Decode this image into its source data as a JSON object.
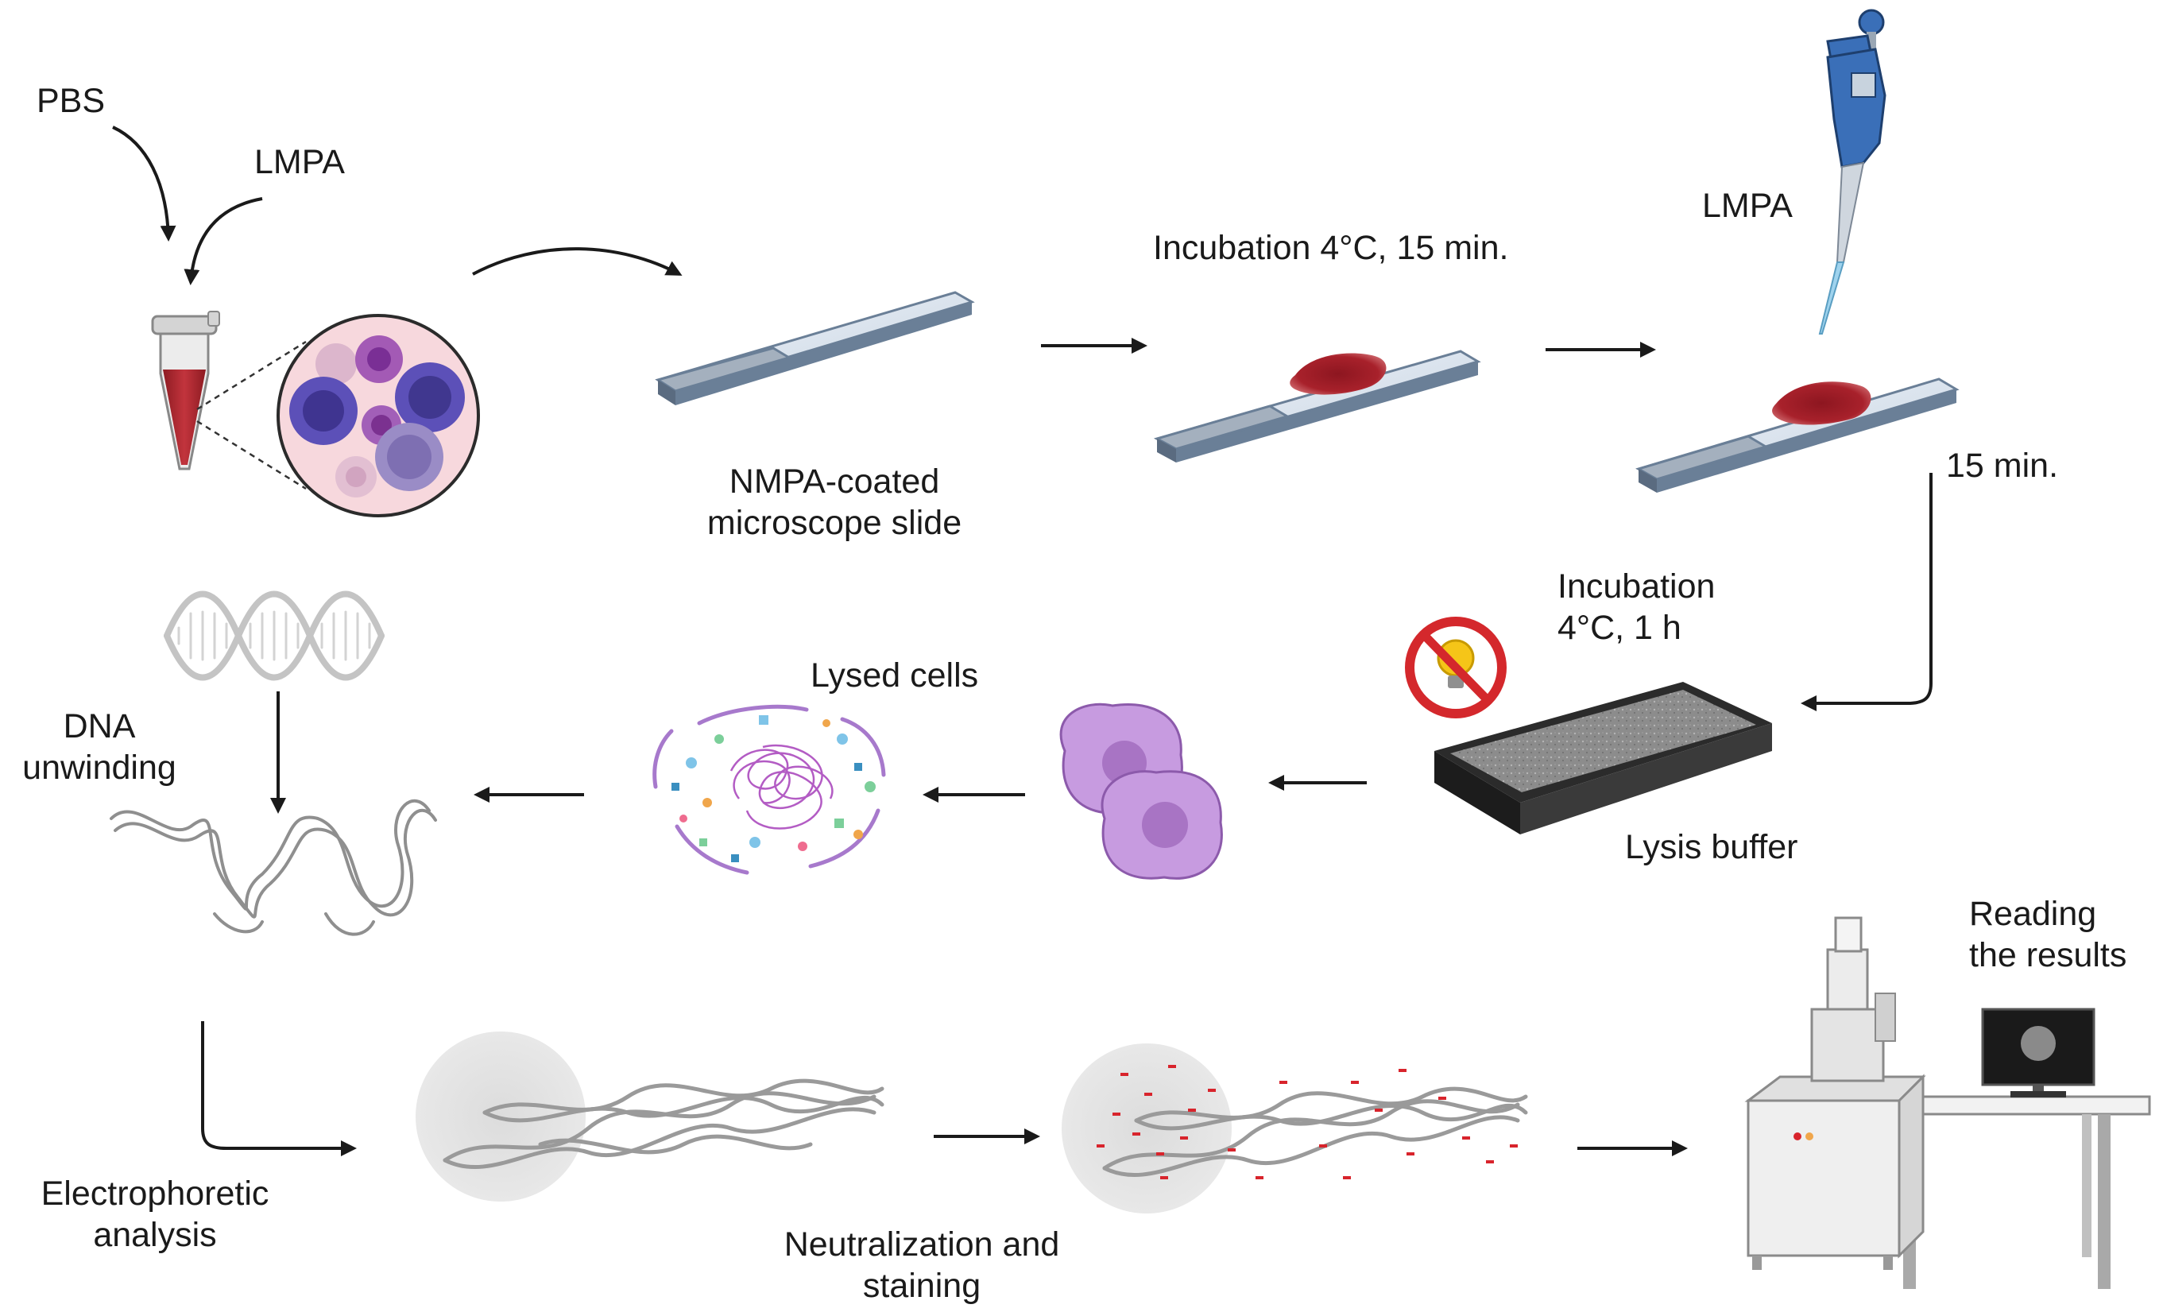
{
  "labels": {
    "pbs": "PBS",
    "lmpa_1": "LMPA",
    "slide_line1": "NMPA-coated",
    "slide_line2": "microscope slide",
    "incubation_15": "Incubation 4°C, 15 min.",
    "lmpa_2": "LMPA",
    "time_15": "15 min.",
    "incubation_1h_line1": "Incubation",
    "incubation_1h_line2": "4°C, 1 h",
    "lysis_buffer": "Lysis buffer",
    "lysed_cells": "Lysed cells",
    "dna_line1": "DNA",
    "dna_line2": "unwinding",
    "electro_line1": "Electrophoretic",
    "electro_line2": "analysis",
    "neutral_line1": "Neutralization and",
    "neutral_line2": "staining",
    "reading_line1": "Reading",
    "reading_line2": "the results"
  },
  "icons": [
    "microtube-icon",
    "cell-sample-icon",
    "microscope-slide-icon",
    "pipette-icon",
    "no-light-icon",
    "lysis-tray-icon",
    "cells-icon",
    "lysed-cells-icon",
    "dna-helix-icon",
    "unwound-dna-icon",
    "comet-icon",
    "stained-comet-icon",
    "microscope-workstation-icon",
    "arrow-icon"
  ],
  "colors": {
    "text": "#1a1a1a",
    "blood": "#a8212b",
    "slide": "#b4c6db",
    "cell_purple": "#c79be0",
    "nucleus": "#5c4aa8",
    "pipette_blue": "#3a6fb8",
    "dna_gray": "#9a9a9a",
    "stain_red": "#d8242c",
    "no_sign_red": "#d4282c",
    "bulb_yellow": "#f5c518"
  }
}
